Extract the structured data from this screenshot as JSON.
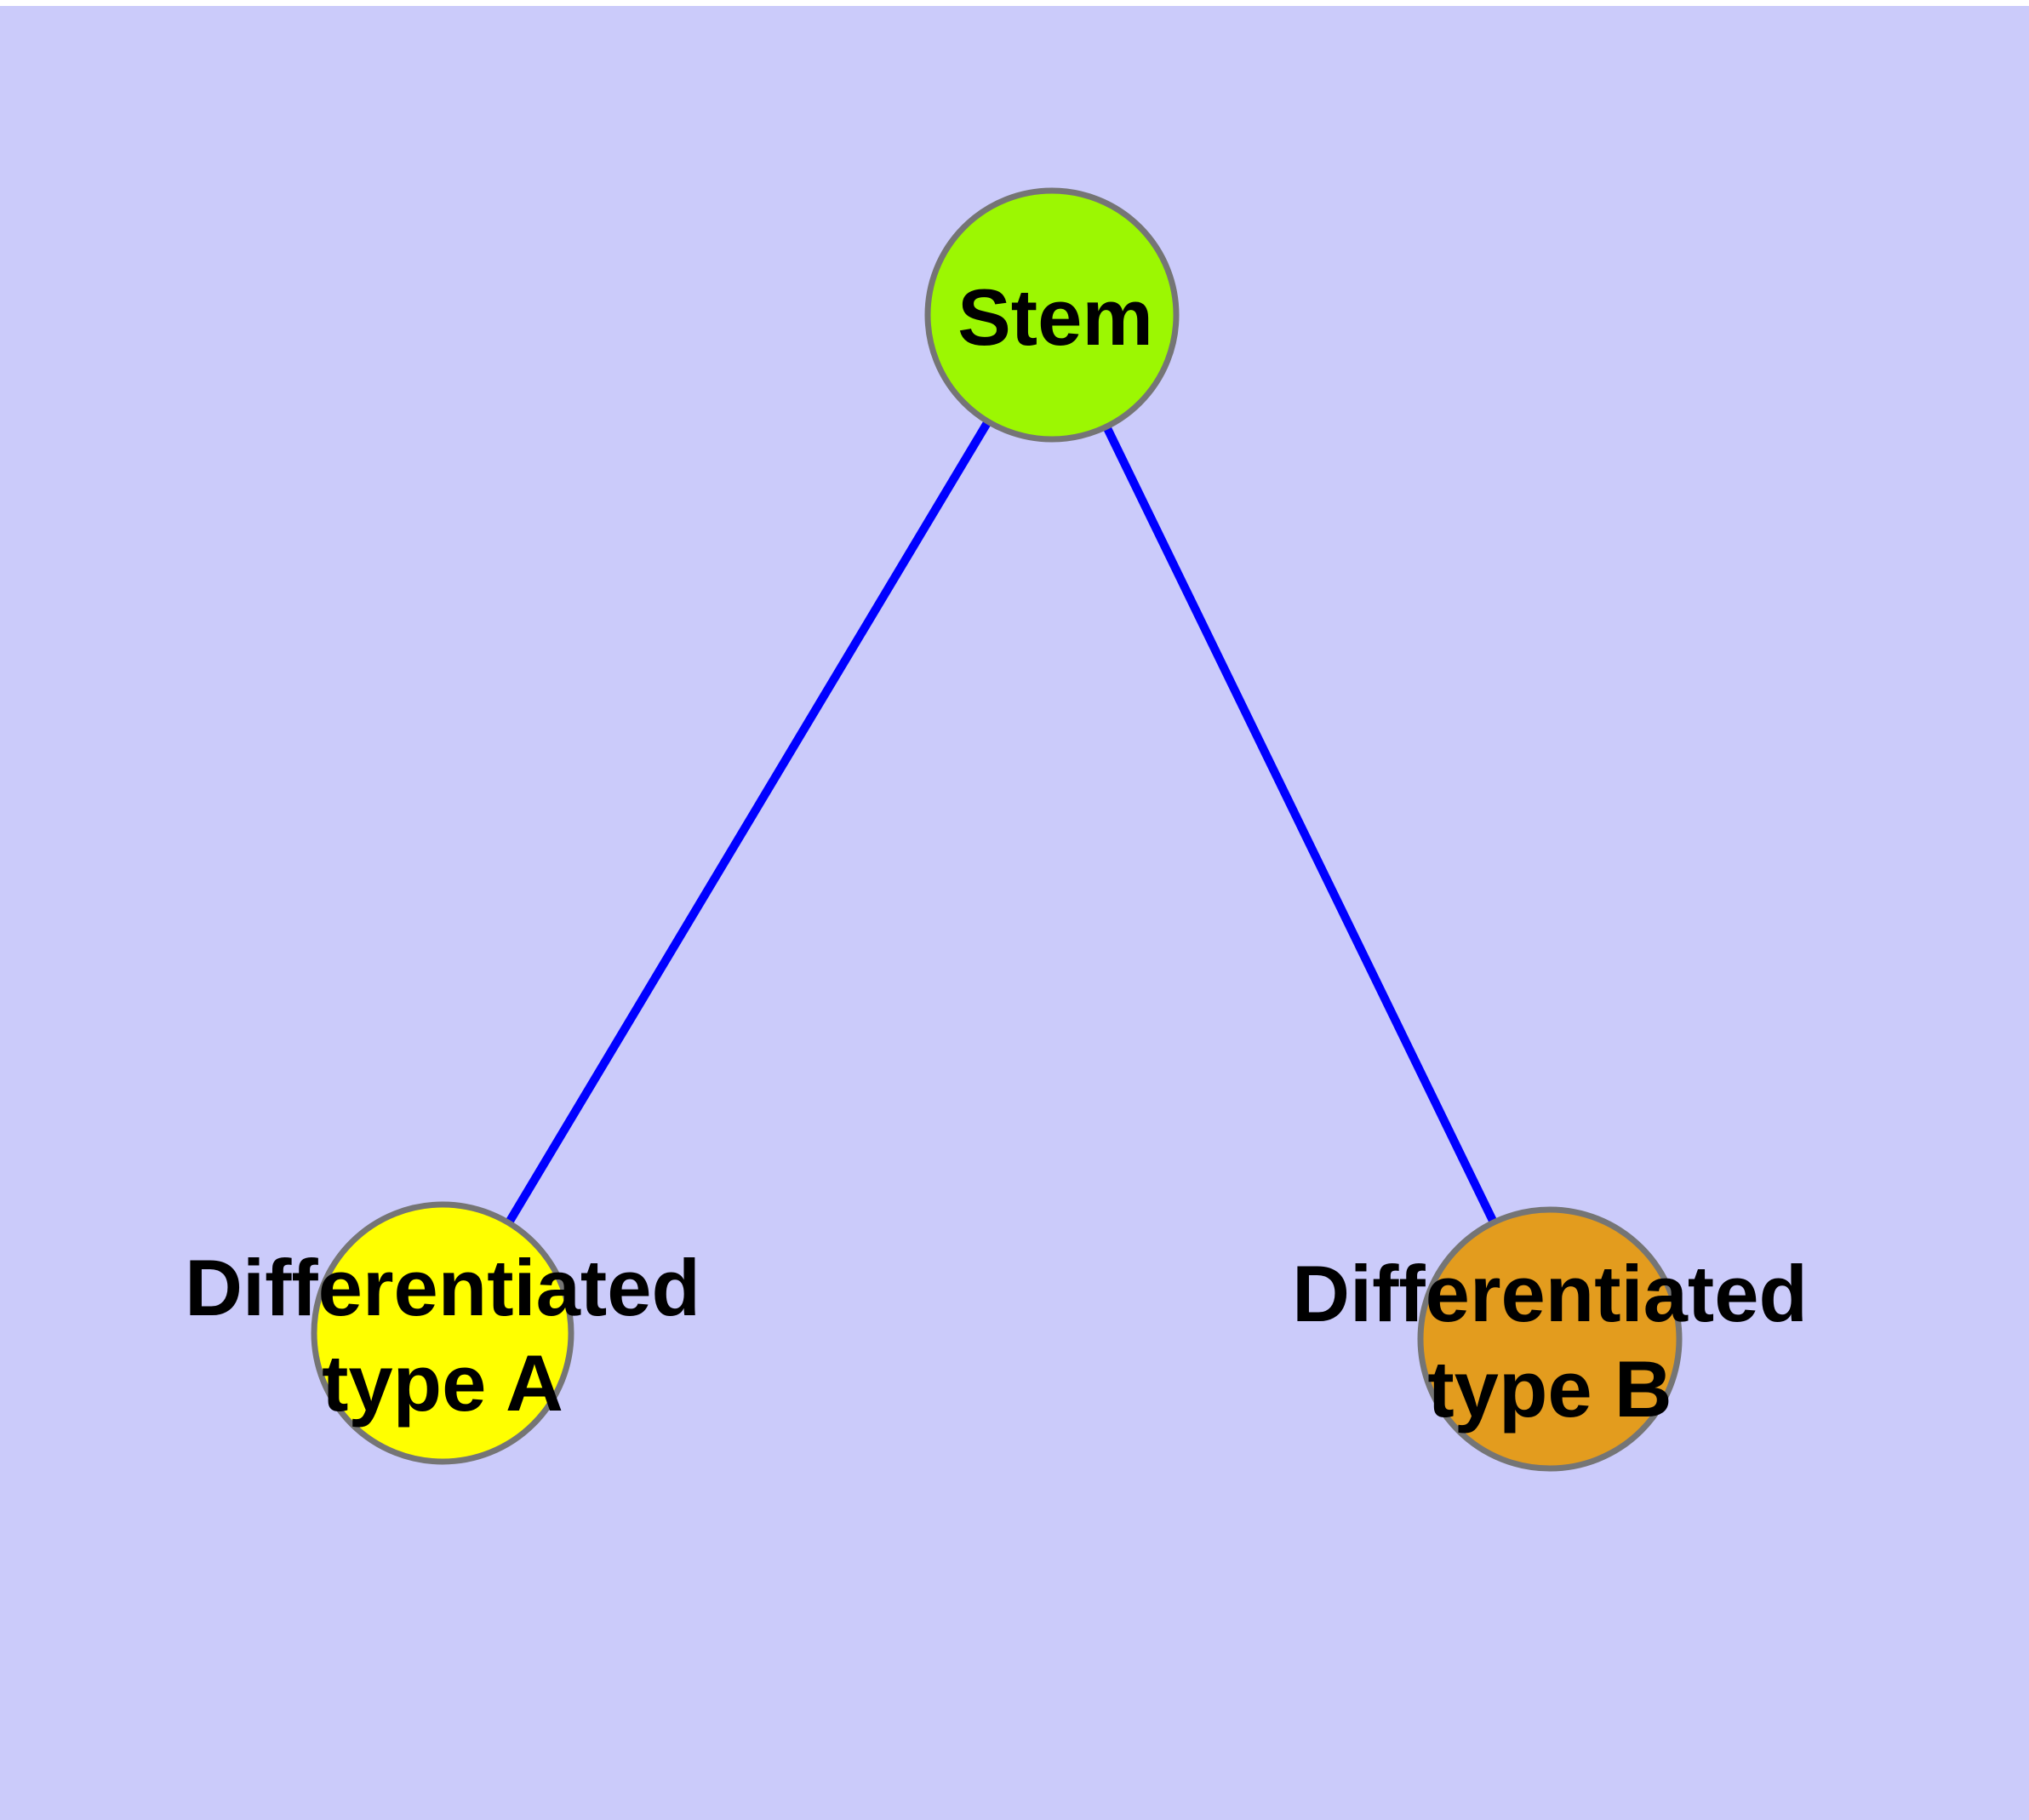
{
  "diagram": {
    "type": "graph",
    "description": "Stem cell differentiation diagram: one stem node linked to two differentiated cell type nodes",
    "background_color": "#CBCBFA",
    "margin_color": "#FFFFFF",
    "edge_color": "#0000FF",
    "node_border_color": "#757575",
    "text_color": "#000000",
    "nodes": [
      {
        "id": "stem",
        "label": "Stem",
        "fill": "#9CF702"
      },
      {
        "id": "differentiated-type-a",
        "label_line1": "Differentiated",
        "label_line2": "type A",
        "fill": "#FFFF00"
      },
      {
        "id": "differentiated-type-b",
        "label_line1": "Differentiated",
        "label_line2": "type B",
        "fill": "#E39C1E"
      }
    ],
    "edges": [
      {
        "from": "stem",
        "to": "differentiated-type-a"
      },
      {
        "from": "stem",
        "to": "differentiated-type-b"
      }
    ]
  }
}
